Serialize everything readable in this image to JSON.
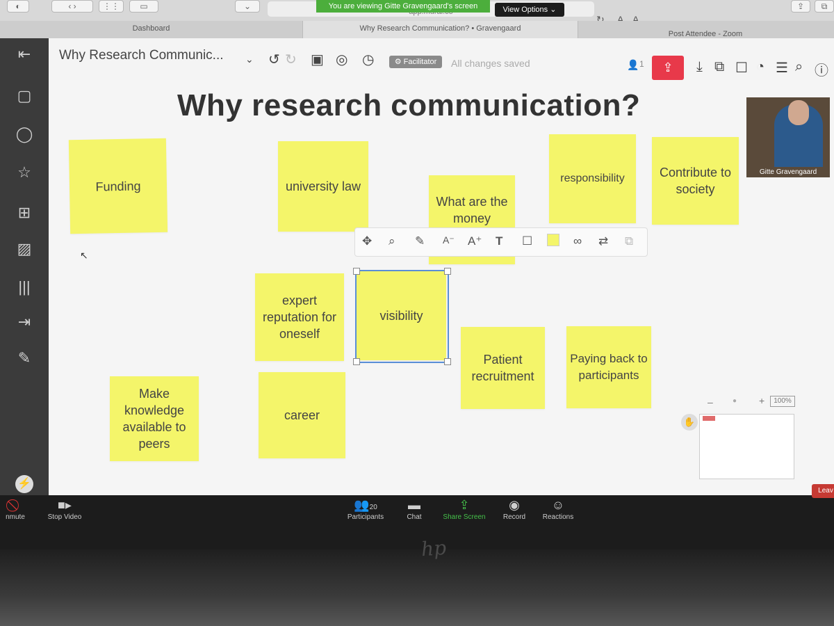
{
  "browser": {
    "banner_text": "You are viewing Gitte Gravengaard's screen",
    "view_options_label": "View Options ⌄",
    "url": "app.mural.co",
    "tabs": [
      "Dashboard",
      "Why Research Communication? • Gravengaard",
      "Post Attendee - Zoom"
    ],
    "font_small": "A",
    "font_large": "A"
  },
  "mural": {
    "title": "Why Research Communic...",
    "facilitator_label": "Facilitator",
    "save_status": "All changes saved",
    "participant_count": "1",
    "board_title": "Why research communication?",
    "stickies": [
      "Funding",
      "university law",
      "What are the money",
      "responsibility",
      "Contribute to society",
      "expert reputation for oneself",
      "visibility",
      "Patient recruitment",
      "Paying back to participants",
      "Make knowledge available to peers",
      "career"
    ],
    "sticky_color": "#f4f56a",
    "zoom_percent": "100%",
    "zoom_minus": "–",
    "zoom_plus": "+"
  },
  "video": {
    "participant_name": "Gitte Gravengaard"
  },
  "zoom_toolbar": {
    "mute_label": "nmute",
    "stop_video_label": "Stop Video",
    "participants_label": "Participants",
    "participants_count": "20",
    "chat_label": "Chat",
    "share_screen_label": "Share Screen",
    "record_label": "Record",
    "reactions_label": "Reactions",
    "leave_label": "Leav"
  },
  "colors": {
    "accent_share": "#e8394a",
    "zoom_green": "#4cae3c",
    "selection": "#5b8fd6"
  }
}
